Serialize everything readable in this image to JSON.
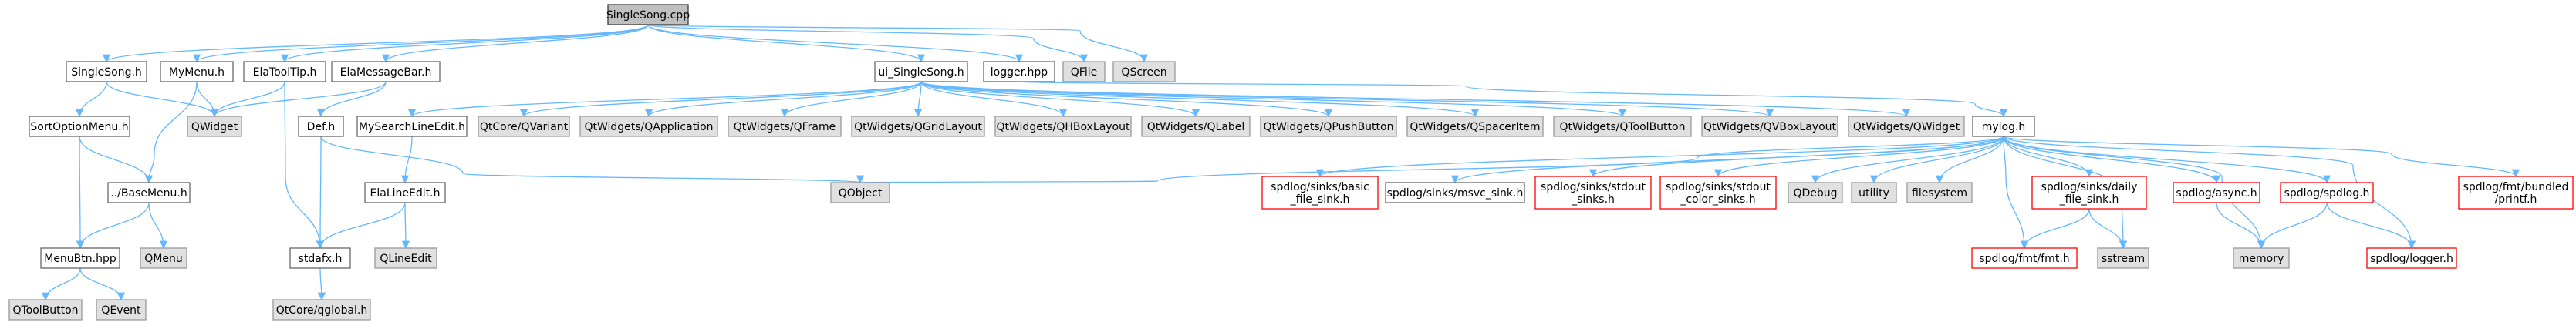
{
  "colors": {
    "edge": "#63b8ff",
    "root_fill": "#bfbfbf",
    "root_stroke": "#404040",
    "normal_fill": "#ffffff",
    "normal_stroke": "#666666",
    "external_fill": "#e0e0e0",
    "external_stroke": "#999999",
    "missing_fill": "#ffffff",
    "missing_stroke": "#ff0000"
  },
  "nodes": [
    {
      "id": "singlesong_cpp",
      "label": [
        "SingleSong.cpp"
      ],
      "kind": "root"
    },
    {
      "id": "singlesong_h",
      "label": [
        "SingleSong.h"
      ],
      "kind": "normal"
    },
    {
      "id": "mymenu_h",
      "label": [
        "MyMenu.h"
      ],
      "kind": "normal"
    },
    {
      "id": "elatooltip_h",
      "label": [
        "ElaToolTip.h"
      ],
      "kind": "normal"
    },
    {
      "id": "elamessagebar_h",
      "label": [
        "ElaMessageBar.h"
      ],
      "kind": "normal"
    },
    {
      "id": "ui_singlesong_h",
      "label": [
        "ui_SingleSong.h"
      ],
      "kind": "normal"
    },
    {
      "id": "logger_hpp",
      "label": [
        "logger.hpp"
      ],
      "kind": "normal"
    },
    {
      "id": "qfile",
      "label": [
        "QFile"
      ],
      "kind": "external"
    },
    {
      "id": "qscreen",
      "label": [
        "QScreen"
      ],
      "kind": "external"
    },
    {
      "id": "sortoptionmenu_h",
      "label": [
        "SortOptionMenu.h"
      ],
      "kind": "normal"
    },
    {
      "id": "qwidget",
      "label": [
        "QWidget"
      ],
      "kind": "external"
    },
    {
      "id": "def_h",
      "label": [
        "Def.h"
      ],
      "kind": "normal"
    },
    {
      "id": "mysearchlineedit_h",
      "label": [
        "MySearchLineEdit.h"
      ],
      "kind": "normal"
    },
    {
      "id": "qtcore_qvariant",
      "label": [
        "QtCore/QVariant"
      ],
      "kind": "external"
    },
    {
      "id": "qtwidgets_qapplication",
      "label": [
        "QtWidgets/QApplication"
      ],
      "kind": "external"
    },
    {
      "id": "qtwidgets_qframe",
      "label": [
        "QtWidgets/QFrame"
      ],
      "kind": "external"
    },
    {
      "id": "qtwidgets_qgridlayout",
      "label": [
        "QtWidgets/QGridLayout"
      ],
      "kind": "external"
    },
    {
      "id": "qtwidgets_qhboxlayout",
      "label": [
        "QtWidgets/QHBoxLayout"
      ],
      "kind": "external"
    },
    {
      "id": "qtwidgets_qlabel",
      "label": [
        "QtWidgets/QLabel"
      ],
      "kind": "external"
    },
    {
      "id": "qtwidgets_qpushbutton",
      "label": [
        "QtWidgets/QPushButton"
      ],
      "kind": "external"
    },
    {
      "id": "qtwidgets_qspaceritem",
      "label": [
        "QtWidgets/QSpacerItem"
      ],
      "kind": "external"
    },
    {
      "id": "qtwidgets_qtoolbutton",
      "label": [
        "QtWidgets/QToolButton"
      ],
      "kind": "external"
    },
    {
      "id": "qtwidgets_qvboxlayout",
      "label": [
        "QtWidgets/QVBoxLayout"
      ],
      "kind": "external"
    },
    {
      "id": "qtwidgets_qwidget",
      "label": [
        "QtWidgets/QWidget"
      ],
      "kind": "external"
    },
    {
      "id": "mylog_h",
      "label": [
        "mylog.h"
      ],
      "kind": "normal"
    },
    {
      "id": "basemenu_h",
      "label": [
        "../BaseMenu.h"
      ],
      "kind": "normal"
    },
    {
      "id": "elalineedit_h",
      "label": [
        "ElaLineEdit.h"
      ],
      "kind": "normal"
    },
    {
      "id": "qobject",
      "label": [
        "QObject"
      ],
      "kind": "external"
    },
    {
      "id": "menubtn_hpp",
      "label": [
        "MenuBtn.hpp"
      ],
      "kind": "normal"
    },
    {
      "id": "qmenu",
      "label": [
        "QMenu"
      ],
      "kind": "external"
    },
    {
      "id": "stdafx_h",
      "label": [
        "stdafx.h"
      ],
      "kind": "normal"
    },
    {
      "id": "qlineedit",
      "label": [
        "QLineEdit"
      ],
      "kind": "external"
    },
    {
      "id": "qtoolbutton",
      "label": [
        "QToolButton"
      ],
      "kind": "external"
    },
    {
      "id": "qevent",
      "label": [
        "QEvent"
      ],
      "kind": "external"
    },
    {
      "id": "qtcore_qglobal_h",
      "label": [
        "QtCore/qglobal.h"
      ],
      "kind": "external"
    },
    {
      "id": "basic_file_sink_h",
      "label": [
        "spdlog/sinks/basic",
        "_file_sink.h"
      ],
      "kind": "missing"
    },
    {
      "id": "msvc_sink_h",
      "label": [
        "spdlog/sinks/msvc_sink.h"
      ],
      "kind": "normal"
    },
    {
      "id": "stdout_sinks_h",
      "label": [
        "spdlog/sinks/stdout",
        "_sinks.h"
      ],
      "kind": "missing"
    },
    {
      "id": "stdout_color_sinks_h",
      "label": [
        "spdlog/sinks/stdout",
        "_color_sinks.h"
      ],
      "kind": "missing"
    },
    {
      "id": "qdebug",
      "label": [
        "QDebug"
      ],
      "kind": "external"
    },
    {
      "id": "utility",
      "label": [
        "utility"
      ],
      "kind": "external"
    },
    {
      "id": "filesystem",
      "label": [
        "filesystem"
      ],
      "kind": "external"
    },
    {
      "id": "daily_file_sink_h",
      "label": [
        "spdlog/sinks/daily",
        "_file_sink.h"
      ],
      "kind": "missing"
    },
    {
      "id": "async_h",
      "label": [
        "spdlog/async.h"
      ],
      "kind": "missing"
    },
    {
      "id": "spdlog_h",
      "label": [
        "spdlog/spdlog.h"
      ],
      "kind": "missing"
    },
    {
      "id": "printf_h",
      "label": [
        "spdlog/fmt/bundled",
        "/printf.h"
      ],
      "kind": "missing"
    },
    {
      "id": "fmt_h",
      "label": [
        "spdlog/fmt/fmt.h"
      ],
      "kind": "missing"
    },
    {
      "id": "sstream",
      "label": [
        "sstream"
      ],
      "kind": "external"
    },
    {
      "id": "memory",
      "label": [
        "memory"
      ],
      "kind": "external"
    },
    {
      "id": "logger_h",
      "label": [
        "spdlog/logger.h"
      ],
      "kind": "missing"
    }
  ],
  "edges": [
    [
      "singlesong_cpp",
      "singlesong_h"
    ],
    [
      "singlesong_cpp",
      "mymenu_h"
    ],
    [
      "singlesong_cpp",
      "elatooltip_h"
    ],
    [
      "singlesong_cpp",
      "elamessagebar_h"
    ],
    [
      "singlesong_cpp",
      "ui_singlesong_h"
    ],
    [
      "singlesong_cpp",
      "logger_hpp"
    ],
    [
      "singlesong_cpp",
      "qfile"
    ],
    [
      "singlesong_cpp",
      "qscreen"
    ],
    [
      "singlesong_h",
      "sortoptionmenu_h"
    ],
    [
      "singlesong_h",
      "qwidget"
    ],
    [
      "mymenu_h",
      "qwidget"
    ],
    [
      "mymenu_h",
      "basemenu_h"
    ],
    [
      "elatooltip_h",
      "qwidget"
    ],
    [
      "elatooltip_h",
      "stdafx_h"
    ],
    [
      "elamessagebar_h",
      "qwidget"
    ],
    [
      "elamessagebar_h",
      "def_h"
    ],
    [
      "ui_singlesong_h",
      "mysearchlineedit_h"
    ],
    [
      "ui_singlesong_h",
      "qtcore_qvariant"
    ],
    [
      "ui_singlesong_h",
      "qtwidgets_qapplication"
    ],
    [
      "ui_singlesong_h",
      "qtwidgets_qframe"
    ],
    [
      "ui_singlesong_h",
      "qtwidgets_qgridlayout"
    ],
    [
      "ui_singlesong_h",
      "qtwidgets_qhboxlayout"
    ],
    [
      "ui_singlesong_h",
      "qtwidgets_qlabel"
    ],
    [
      "ui_singlesong_h",
      "qtwidgets_qpushbutton"
    ],
    [
      "ui_singlesong_h",
      "qtwidgets_qspaceritem"
    ],
    [
      "ui_singlesong_h",
      "qtwidgets_qtoolbutton"
    ],
    [
      "ui_singlesong_h",
      "qtwidgets_qvboxlayout"
    ],
    [
      "ui_singlesong_h",
      "qtwidgets_qwidget"
    ],
    [
      "logger_hpp",
      "mylog_h"
    ],
    [
      "sortoptionmenu_h",
      "basemenu_h"
    ],
    [
      "sortoptionmenu_h",
      "menubtn_hpp"
    ],
    [
      "def_h",
      "qobject"
    ],
    [
      "def_h",
      "stdafx_h"
    ],
    [
      "mysearchlineedit_h",
      "elalineedit_h"
    ],
    [
      "basemenu_h",
      "menubtn_hpp"
    ],
    [
      "basemenu_h",
      "qmenu"
    ],
    [
      "elalineedit_h",
      "stdafx_h"
    ],
    [
      "elalineedit_h",
      "qlineedit"
    ],
    [
      "menubtn_hpp",
      "qtoolbutton"
    ],
    [
      "menubtn_hpp",
      "qevent"
    ],
    [
      "stdafx_h",
      "qtcore_qglobal_h"
    ],
    [
      "mylog_h",
      "qobject"
    ],
    [
      "mylog_h",
      "basic_file_sink_h"
    ],
    [
      "mylog_h",
      "msvc_sink_h"
    ],
    [
      "mylog_h",
      "stdout_sinks_h"
    ],
    [
      "mylog_h",
      "stdout_color_sinks_h"
    ],
    [
      "mylog_h",
      "qdebug"
    ],
    [
      "mylog_h",
      "utility"
    ],
    [
      "mylog_h",
      "filesystem"
    ],
    [
      "mylog_h",
      "daily_file_sink_h"
    ],
    [
      "mylog_h",
      "fmt_h"
    ],
    [
      "mylog_h",
      "async_h"
    ],
    [
      "mylog_h",
      "spdlog_h"
    ],
    [
      "mylog_h",
      "memory"
    ],
    [
      "mylog_h",
      "logger_h"
    ],
    [
      "mylog_h",
      "printf_h"
    ],
    [
      "mylog_h",
      "sstream"
    ],
    [
      "daily_file_sink_h",
      "fmt_h"
    ],
    [
      "daily_file_sink_h",
      "sstream"
    ],
    [
      "async_h",
      "memory"
    ],
    [
      "spdlog_h",
      "memory"
    ],
    [
      "spdlog_h",
      "logger_h"
    ]
  ]
}
